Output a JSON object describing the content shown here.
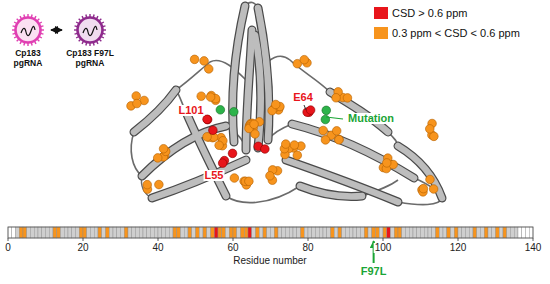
{
  "diagram": {
    "nodes": [
      {
        "text": [
          "Cp183 pgRNA"
        ]
      },
      {
        "text": [
          "Cp183 F97L pgRNA"
        ]
      }
    ],
    "edges": [
      {
        "from": 0,
        "to": 1,
        "arrow": "both"
      }
    ],
    "labels": [
      "L101",
      "E64",
      "Mutation",
      "L55",
      "0",
      "20",
      "40",
      "60",
      "80",
      "100",
      "120",
      "140",
      "Residue number",
      "F97L"
    ],
    "legend": [
      {
        "text": "CSD > 0.6 ppm",
        "color": "#e8151b"
      },
      {
        "text": "0.3 ppm < CSD < 0.6 ppm",
        "color": "#f7941d"
      }
    ]
  }
}
